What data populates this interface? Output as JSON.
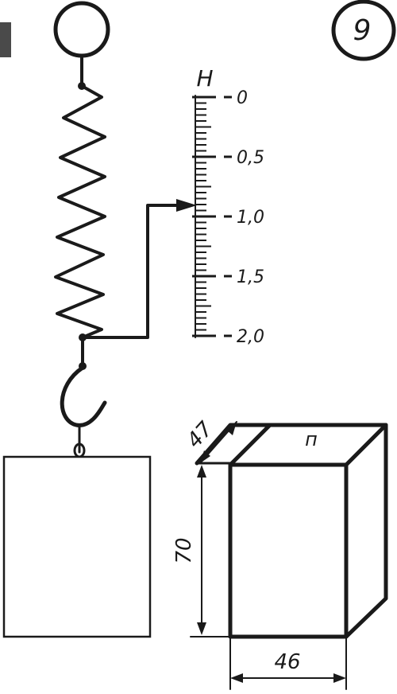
{
  "problem_number": "9",
  "scale": {
    "unit": "Н",
    "labels": [
      "0",
      "0,5",
      "1,0",
      "1,5",
      "2,0"
    ],
    "pointer_reading": 0.85
  },
  "box": {
    "depth_label": "47",
    "height_label": "70",
    "width_label": "46",
    "top_label": "п"
  }
}
